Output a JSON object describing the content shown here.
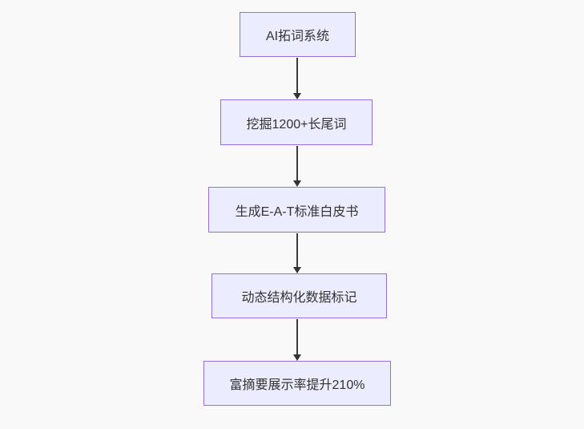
{
  "diagram": {
    "type": "flowchart",
    "direction": "top-down",
    "colors": {
      "page_background": "#f9f9f9",
      "node_fill": "#ECECFF",
      "node_border": "#9370DB",
      "edge_color": "#333333",
      "text_color": "#333333"
    },
    "nodes": [
      {
        "id": "A",
        "label": "AI拓词系统"
      },
      {
        "id": "B",
        "label": "挖掘1200+长尾词"
      },
      {
        "id": "C",
        "label": "生成E-A-T标准白皮书"
      },
      {
        "id": "D",
        "label": "动态结构化数据标记"
      },
      {
        "id": "E",
        "label": "富摘要展示率提升210%"
      }
    ],
    "edges": [
      {
        "from": "A",
        "to": "B",
        "style": "arrow"
      },
      {
        "from": "B",
        "to": "C",
        "style": "arrow"
      },
      {
        "from": "C",
        "to": "D",
        "style": "arrow"
      },
      {
        "from": "D",
        "to": "E",
        "style": "arrow"
      }
    ]
  }
}
